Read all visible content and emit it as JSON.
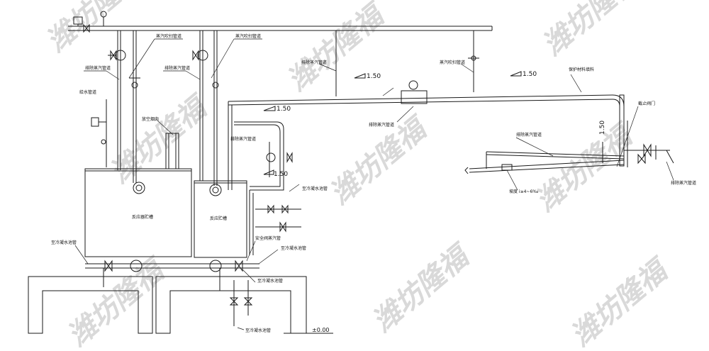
{
  "watermark": {
    "text": "潍坊隆福",
    "color": "#d9d9d9"
  },
  "labels": {
    "steam_purge_1": "蒸汽吹扫管道",
    "steam_purge_2": "蒸汽吹扫管道",
    "steam_purge_3": "蒸汽吹扫管道",
    "exhaust_steam_1": "排除蒸汽管道",
    "exhaust_steam_2": "排除蒸汽管道",
    "exhaust_steam_3": "排除蒸汽管道",
    "exhaust_steam_4": "排除蒸汽管道",
    "exhaust_steam_5": "排除蒸汽管道",
    "exhaust_steam_6": "排除蒸汽管道",
    "exhaust_steam_7": "排除蒸汽管道",
    "water_supply": "给水管道",
    "vent_pipe": "放空烟囱",
    "tank_left": "反应器贮槽",
    "tank_right": "反应贮槽",
    "condensate_1": "至冷凝水池管",
    "condensate_2": "至冷凝水池管",
    "condensate_3": "至冷凝水池管",
    "condensate_4": "至冷凝水池管",
    "condensate_5": "至冷凝水池管",
    "insulation": "保护材料填料",
    "stop_valve": "截止阀门",
    "safety": "安全阀蒸汽管",
    "drain_slope": "坡度 i≥4~6‰",
    "elevation": "±0.00"
  },
  "slopes": {
    "s1": "1.50",
    "s2": "1.50",
    "s3": "1.50",
    "s4": "1.50",
    "s5": "1.50"
  }
}
